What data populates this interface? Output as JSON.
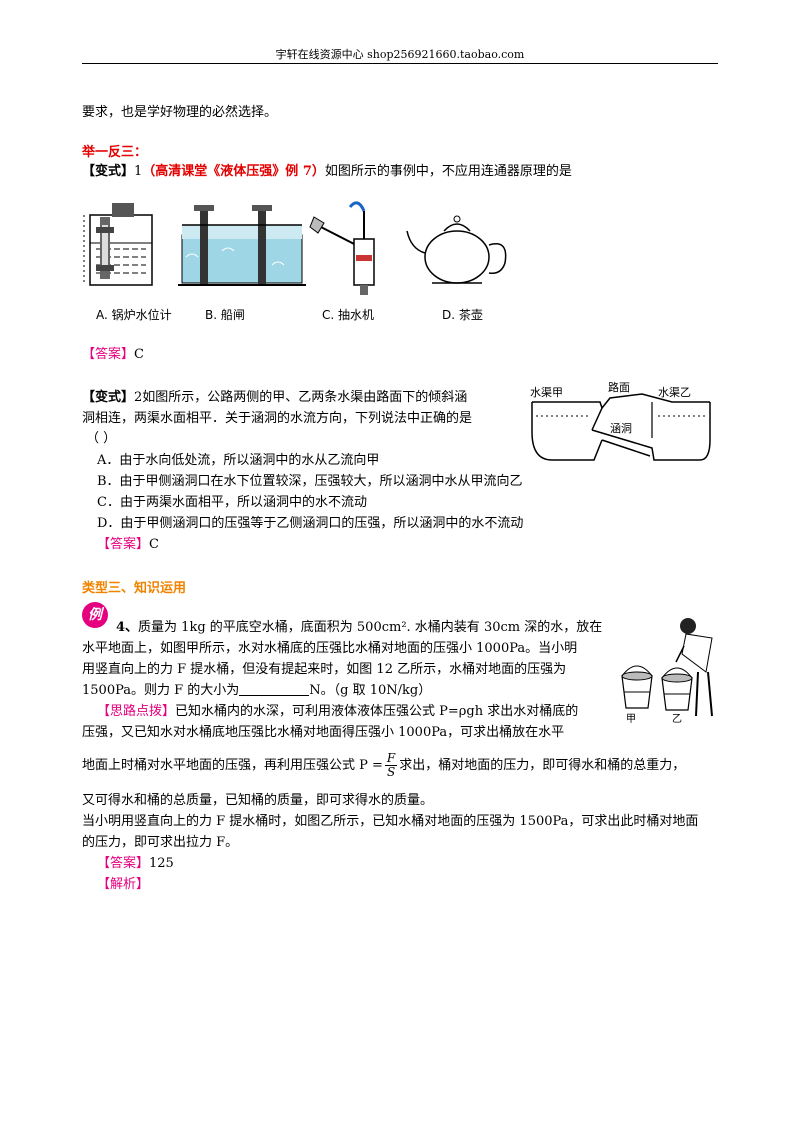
{
  "header": {
    "text": "宇轩在线资源中心   shop256921660.taobao.com"
  },
  "intro": {
    "text": "要求，也是学好物理的必然选择。"
  },
  "section_jyfs": {
    "title": "举一反三："
  },
  "variant1": {
    "tag": "【变式】",
    "num": "1",
    "source": "（高清课堂《液体压强》例 7）",
    "question": "如图所示的事例中，不应用连通器原理的是",
    "options": [
      {
        "label": "A.  锅炉水位计"
      },
      {
        "label": "B.  船闸"
      },
      {
        "label": "C.  抽水机"
      },
      {
        "label": "D.  茶壶"
      }
    ],
    "answer_tag": "【答案】",
    "answer": "C"
  },
  "variant2": {
    "tag": "【变式】",
    "num": "2",
    "line1": "如图所示，公路两侧的甲、乙两条水渠由路面下的倾斜涵",
    "line2": "洞相连，两渠水面相平．关于涵洞的水流方向，下列说法中正确的是",
    "line3": "（        ）",
    "options": [
      "A．由于水向低处流，所以涵洞中的水从乙流向甲",
      "B．由于甲侧涵洞口在水下位置较深，压强较大，所以涵洞中水从甲流向乙",
      "C．由于两渠水面相平，所以涵洞中的水不流动",
      "D．由于甲侧涵洞口的压强等于乙侧涵洞口的压强，所以涵洞中的水不流动"
    ],
    "figure": {
      "left_label": "水渠甲",
      "top_label": "路面",
      "right_label": "水渠乙",
      "center_label": "涵洞"
    },
    "answer_tag": "【答案】",
    "answer": "C"
  },
  "section3": {
    "title": "类型三、知识运用"
  },
  "example4": {
    "badge": "例",
    "num": "4、",
    "line1": "质量为 1kg 的平底空水桶，底面积为 500cm². 水桶内装有 30cm 深的水，放在",
    "line2": "水平地面上，如图甲所示，水对水桶底的压强比水桶对地面的压强小 1000Pa。当小明",
    "line3": "用竖直向上的力 F 提水桶，但没有提起来时，如图 12 乙所示，水桶对地面的压强为",
    "line4_a": "1500Pa。则力 F 的大小为",
    "line4_b": "N。（g 取 10N/kg）",
    "figure": {
      "left_label": "甲",
      "right_label": "乙"
    },
    "hint_tag": "【思路点拨】",
    "hint1": "已知水桶内的水深，可利用液体液体压强公式 P=ρgh 求出水对桶底的",
    "hint2": "压强，又已知水对水桶底地压强比水桶对地面得压强小 1000Pa，可求出桶放在水平",
    "hint3_a": "地面上时桶对水平地面的压强，再利用压强公式 P =",
    "frac_num": "F",
    "frac_den": "S",
    "hint3_b": "求出，桶对地面的压力，即可得水和桶的总重力，",
    "hint4": "又可得水和桶的总质量，已知桶的质量，即可求得水的质量。",
    "hint5": "当小明用竖直向上的力 F 提水桶时，如图乙所示，已知水桶对地面的压强为 1500Pa，可求出此时桶对地面",
    "hint6": "的压力，即可求出拉力 F。",
    "answer_tag": "【答案】",
    "answer": "125",
    "analysis_tag": "【解析】"
  }
}
